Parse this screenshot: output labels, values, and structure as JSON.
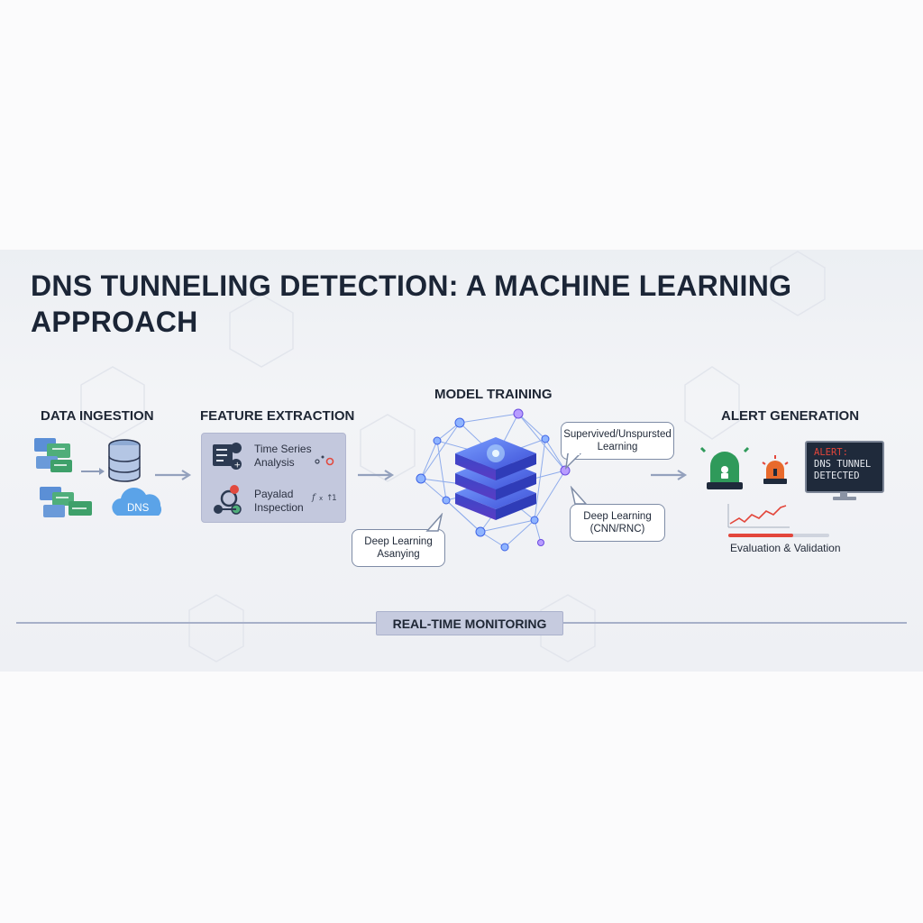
{
  "title": "DNS TUNNELING DETECTION: A MACHINE LEARNING APPROACH",
  "stages": {
    "ingestion": "DATA INGESTION",
    "feature": "FEATURE EXTRACTION",
    "training": "MODEL TRAINING",
    "alert": "ALERT GENERATION"
  },
  "ingestion": {
    "cloud_label": "DNS"
  },
  "feature": {
    "item1": "Time Series Analysis",
    "item2": "Payalad Inspection"
  },
  "training": {
    "bubble_supervised": "Supervived/Unspursted Learning",
    "bubble_deep_right": "Deep Learning (CNN/RNC)",
    "bubble_deep_left": "Deep Learning Asanying"
  },
  "alert": {
    "screen_line1": "ALERT:",
    "screen_line2": "DNS TUNNEL DETECTED",
    "evaluation": "Evaluation & Validation"
  },
  "monitoring": "REAL-TIME MONITORING",
  "colors": {
    "accent_blue": "#3d63e6",
    "alert_red": "#e3463b",
    "bell_green": "#2f9a5a",
    "text_dark": "#1b2536"
  }
}
